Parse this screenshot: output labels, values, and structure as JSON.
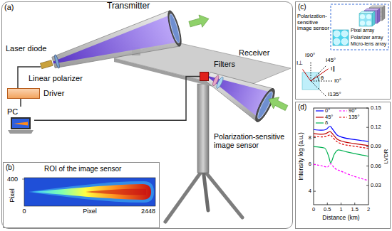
{
  "diagram": {
    "nodes": [
      {
        "text": [
          "(a)"
        ]
      },
      {
        "text": [
          "Driver"
        ],
        "in": 0
      },
      {
        "text": [
          "PC"
        ],
        "in": 0
      },
      {
        "text": [
          "Polarization-sensitive image sensor"
        ],
        "in": 0
      },
      {
        "text": [
          "(b)"
        ],
        "in": 0
      },
      {
        "text": [
          "(c)"
        ]
      },
      {
        "text": [
          "(d)"
        ]
      }
    ],
    "edges": [
      {
        "from": 1,
        "to": 2,
        "arrow": "none"
      },
      {
        "from": 2,
        "to": 3,
        "arrow": "none"
      }
    ],
    "labels": [
      "Transmitter",
      "Laser diode",
      "Linear polarizer",
      "Receiver",
      "Filters",
      "ROI of the image sensor",
      "400",
      "Pixel",
      "0",
      "Pixel",
      "2448",
      "Polarization-sensitive image sensor",
      "Pixel array",
      "Polarizer array",
      "Micro-lens array",
      "I90°",
      "I⊥",
      "I45°",
      "θ",
      "I0°",
      "I∥",
      "I135°",
      "8",
      "6",
      "4",
      "Intensity log (a.u.)",
      "0.15",
      "0.12",
      "0.09",
      "0.06",
      "0.03",
      "LVDR",
      "0",
      "0.5",
      "1",
      "1.5",
      "2",
      "Distance (km)"
    ],
    "legend": [
      {
        "text": "0°"
      },
      {
        "text": "45°"
      },
      {
        "text": "δ"
      },
      {
        "text": "90°"
      },
      {
        "text": "135°"
      }
    ]
  }
}
